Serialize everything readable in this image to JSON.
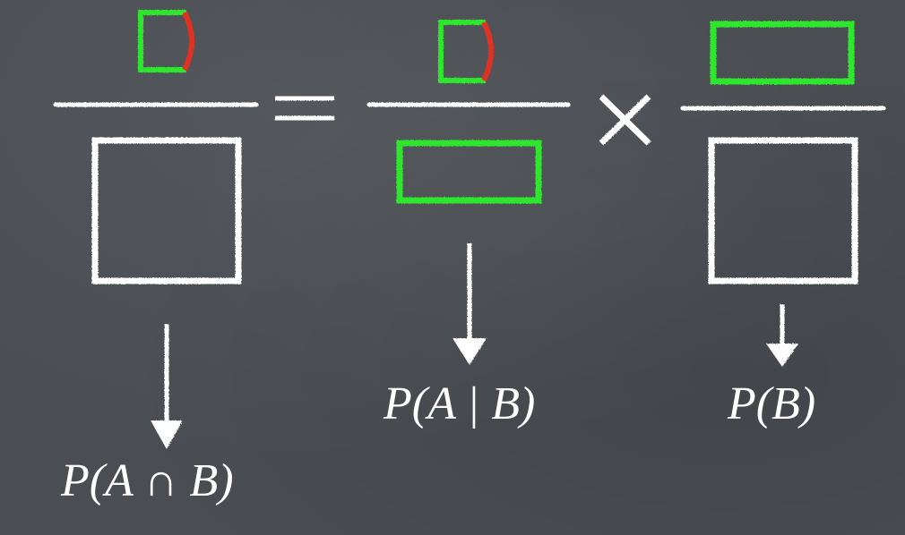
{
  "formula": {
    "equals_sign": "=",
    "times_sign": "×",
    "labels": {
      "joint": "P(A ∩ B)",
      "conditional": "P(A | B)",
      "marginal": "P(B)"
    }
  },
  "colors": {
    "board": "#4a4d52",
    "chalk_white": "#ffffff",
    "chalk_green": "#2ee62e",
    "chalk_red": "#e03020"
  },
  "icons": {
    "equals": "equals-icon",
    "times": "times-icon",
    "arrows": "down-arrow-icon"
  }
}
